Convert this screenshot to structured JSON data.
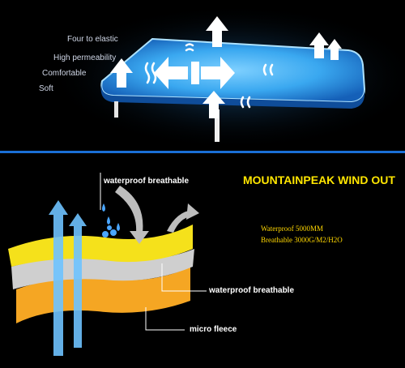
{
  "top_panel": {
    "features": [
      "Four to elastic",
      "High permeability",
      "Comfortable",
      "Soft"
    ]
  },
  "bottom_panel": {
    "headline": "MOUNTAINPEAK WIND OUT",
    "specs": [
      {
        "label": "Waterproof",
        "value": "5000MM"
      },
      {
        "label": "Breathable",
        "value": "3000G/M2/H2O"
      }
    ],
    "callouts": [
      "waterproof breathable",
      "waterproof breathable",
      "micro fleece"
    ]
  },
  "colors": {
    "divider": "#1a6fd6",
    "headline": "#ffe600",
    "spec_text": "#ffd700",
    "panel_blue": "#3aa8f0",
    "layer_yellow": "#f5e11b",
    "layer_grey": "#c8c8c8",
    "layer_orange": "#f5a623"
  }
}
